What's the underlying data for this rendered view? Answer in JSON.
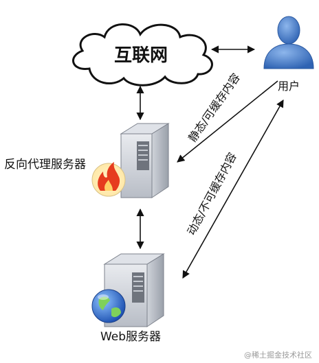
{
  "nodes": {
    "internet": {
      "label": "互联网",
      "icon": "cloud-icon"
    },
    "user": {
      "label": "用户",
      "icon": "user-icon",
      "color": "#3f78c9"
    },
    "reverse_proxy": {
      "label": "反向代理服务器",
      "icon": "server-firewall-icon"
    },
    "web_server": {
      "label": "Web服务器",
      "icon": "server-globe-icon"
    }
  },
  "edges": {
    "static_label": "静态/可缓存内容",
    "dynamic_label": "动态/不可缓存内容"
  },
  "watermark": "@稀土掘金技术社区",
  "colors": {
    "line": "#111111",
    "flame": "#e63c1e",
    "globe": "#2c6fd1"
  }
}
